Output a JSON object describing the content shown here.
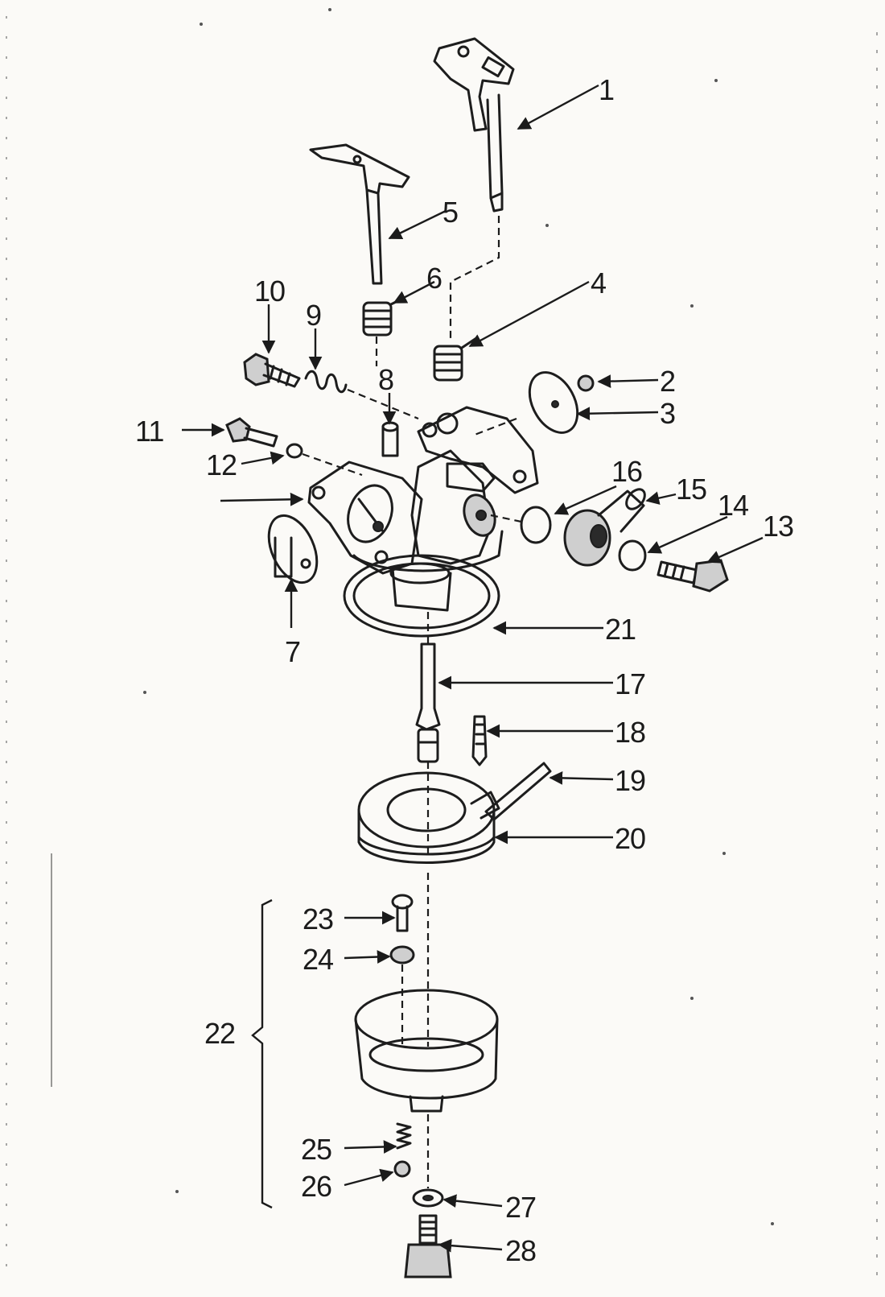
{
  "diagram": {
    "group_label": "22",
    "parts": [
      {
        "id": "1",
        "label": "1"
      },
      {
        "id": "2",
        "label": "2"
      },
      {
        "id": "3",
        "label": "3"
      },
      {
        "id": "4",
        "label": "4"
      },
      {
        "id": "5",
        "label": "5"
      },
      {
        "id": "6",
        "label": "6"
      },
      {
        "id": "7",
        "label": "7"
      },
      {
        "id": "8",
        "label": "8"
      },
      {
        "id": "9",
        "label": "9"
      },
      {
        "id": "10",
        "label": "10"
      },
      {
        "id": "11",
        "label": "11"
      },
      {
        "id": "12",
        "label": "12"
      },
      {
        "id": "13",
        "label": "13"
      },
      {
        "id": "14",
        "label": "14"
      },
      {
        "id": "15",
        "label": "15"
      },
      {
        "id": "16",
        "label": "16"
      },
      {
        "id": "17",
        "label": "17"
      },
      {
        "id": "18",
        "label": "18"
      },
      {
        "id": "19",
        "label": "19"
      },
      {
        "id": "20",
        "label": "20"
      },
      {
        "id": "21",
        "label": "21"
      },
      {
        "id": "23",
        "label": "23"
      },
      {
        "id": "24",
        "label": "24"
      },
      {
        "id": "25",
        "label": "25"
      },
      {
        "id": "26",
        "label": "26"
      },
      {
        "id": "27",
        "label": "27"
      },
      {
        "id": "28",
        "label": "28"
      }
    ]
  }
}
